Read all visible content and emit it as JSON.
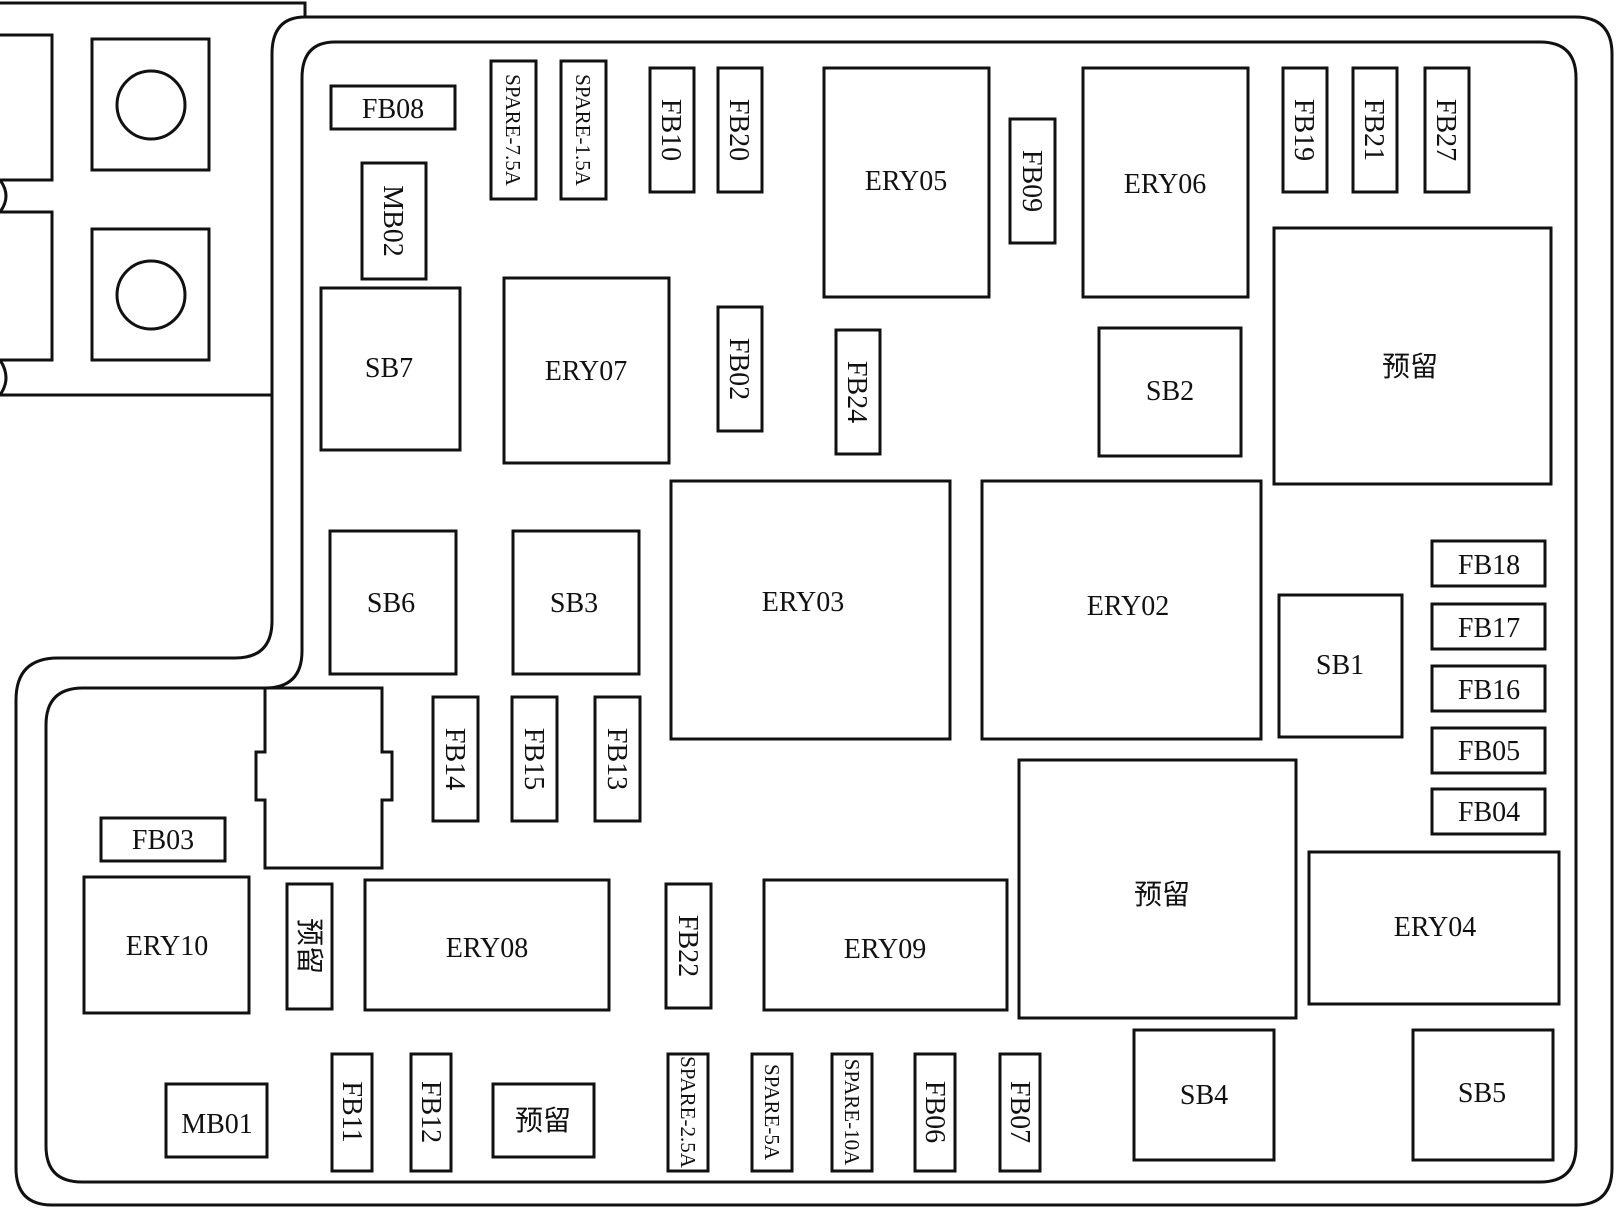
{
  "fuse_box": {
    "components": [
      {
        "id": "FB08",
        "label": "FB08"
      },
      {
        "id": "SPARE-7.5A",
        "label": "SPARE-7.5A"
      },
      {
        "id": "SPARE-1.5A",
        "label": "SPARE-1.5A"
      },
      {
        "id": "FB10",
        "label": "FB10"
      },
      {
        "id": "FB20",
        "label": "FB20"
      },
      {
        "id": "ERY05",
        "label": "ERY05"
      },
      {
        "id": "FB09",
        "label": "FB09"
      },
      {
        "id": "ERY06",
        "label": "ERY06"
      },
      {
        "id": "FB19",
        "label": "FB19"
      },
      {
        "id": "FB21",
        "label": "FB21"
      },
      {
        "id": "FB27",
        "label": "FB27"
      },
      {
        "id": "MB02",
        "label": "MB02"
      },
      {
        "id": "SB7",
        "label": "SB7"
      },
      {
        "id": "ERY07",
        "label": "ERY07"
      },
      {
        "id": "FB02",
        "label": "FB02"
      },
      {
        "id": "FB24",
        "label": "FB24"
      },
      {
        "id": "SB2",
        "label": "SB2"
      },
      {
        "id": "reserved-top-right",
        "label": "预留"
      },
      {
        "id": "SB6",
        "label": "SB6"
      },
      {
        "id": "SB3",
        "label": "SB3"
      },
      {
        "id": "ERY03",
        "label": "ERY03"
      },
      {
        "id": "ERY02",
        "label": "ERY02"
      },
      {
        "id": "FB18",
        "label": "FB18"
      },
      {
        "id": "FB17",
        "label": "FB17"
      },
      {
        "id": "FB16",
        "label": "FB16"
      },
      {
        "id": "FB05",
        "label": "FB05"
      },
      {
        "id": "FB04",
        "label": "FB04"
      },
      {
        "id": "SB1",
        "label": "SB1"
      },
      {
        "id": "FB14",
        "label": "FB14"
      },
      {
        "id": "FB15",
        "label": "FB15"
      },
      {
        "id": "FB13",
        "label": "FB13"
      },
      {
        "id": "FB03",
        "label": "FB03"
      },
      {
        "id": "ERY10",
        "label": "ERY10"
      },
      {
        "id": "reserved-small",
        "label": "预留"
      },
      {
        "id": "ERY08",
        "label": "ERY08"
      },
      {
        "id": "FB22",
        "label": "FB22"
      },
      {
        "id": "ERY09",
        "label": "ERY09"
      },
      {
        "id": "reserved-center",
        "label": "预留"
      },
      {
        "id": "ERY04",
        "label": "ERY04"
      },
      {
        "id": "MB01",
        "label": "MB01"
      },
      {
        "id": "FB11",
        "label": "FB11"
      },
      {
        "id": "FB12",
        "label": "FB12"
      },
      {
        "id": "reserved-bottom",
        "label": "预留"
      },
      {
        "id": "SPARE-2.5A",
        "label": "SPARE-2.5A"
      },
      {
        "id": "SPARE-5A",
        "label": "SPARE-5A"
      },
      {
        "id": "SPARE-10A",
        "label": "SPARE-10A"
      },
      {
        "id": "FB06",
        "label": "FB06"
      },
      {
        "id": "FB07",
        "label": "FB07"
      },
      {
        "id": "SB4",
        "label": "SB4"
      },
      {
        "id": "SB5",
        "label": "SB5"
      }
    ]
  }
}
